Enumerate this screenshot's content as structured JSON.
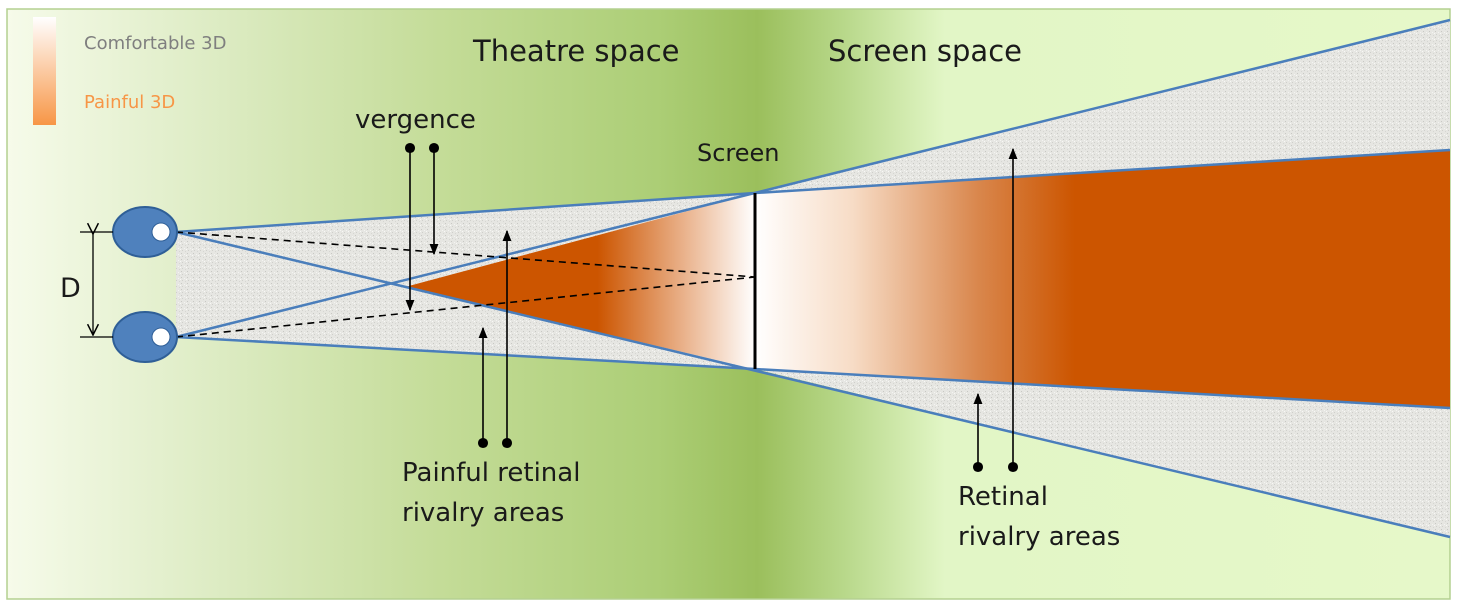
{
  "legend": {
    "comfortable_label": "Comfortable 3D",
    "painful_label": "Painful 3D",
    "comfortable_color": "#ffffff",
    "painful_color": "#f79646"
  },
  "regions": {
    "theatre_space": "Theatre space",
    "screen_space": "Screen space"
  },
  "labels": {
    "screen": "Screen",
    "vergence": "vergence",
    "interocular_distance": "D",
    "painful_rivalry_line1": "Painful retinal",
    "painful_rivalry_line2": "rivalry areas",
    "rivalry_line1": "Retinal",
    "rivalry_line2": "rivalry areas"
  },
  "colors": {
    "background_light": "#e6f5c8",
    "background_mid": "#b4d385",
    "background_dark": "#9bbf5c",
    "frustum_line": "#4a7ebb",
    "eye_fill": "#4f81bd",
    "painful_zone": "#cc5500",
    "rivalry_fill": "#e4e4e0",
    "text_dark": "#1a1a1a",
    "text_grey": "#7f7f7f",
    "text_orange": "#f79646"
  }
}
